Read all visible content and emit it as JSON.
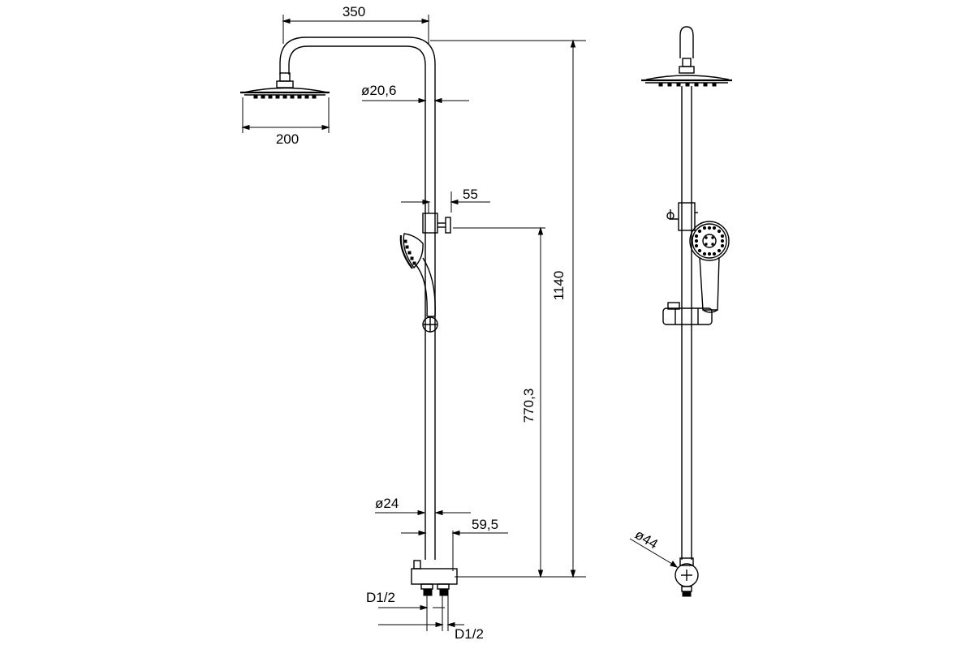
{
  "drawing": {
    "front_view": {
      "dimensions": {
        "arm_reach": "350",
        "head_diameter": "200",
        "upper_pipe_diameter": "ø20,6",
        "holder_offset": "55",
        "total_height": "1140",
        "holder_height": "770,3",
        "lower_pipe_diameter": "ø24",
        "mixer_depth": "59,5",
        "inlet_left": "D1/2",
        "inlet_right": "D1/2"
      }
    },
    "side_view": {
      "dimensions": {
        "mixer_diameter": "ø44"
      }
    }
  }
}
